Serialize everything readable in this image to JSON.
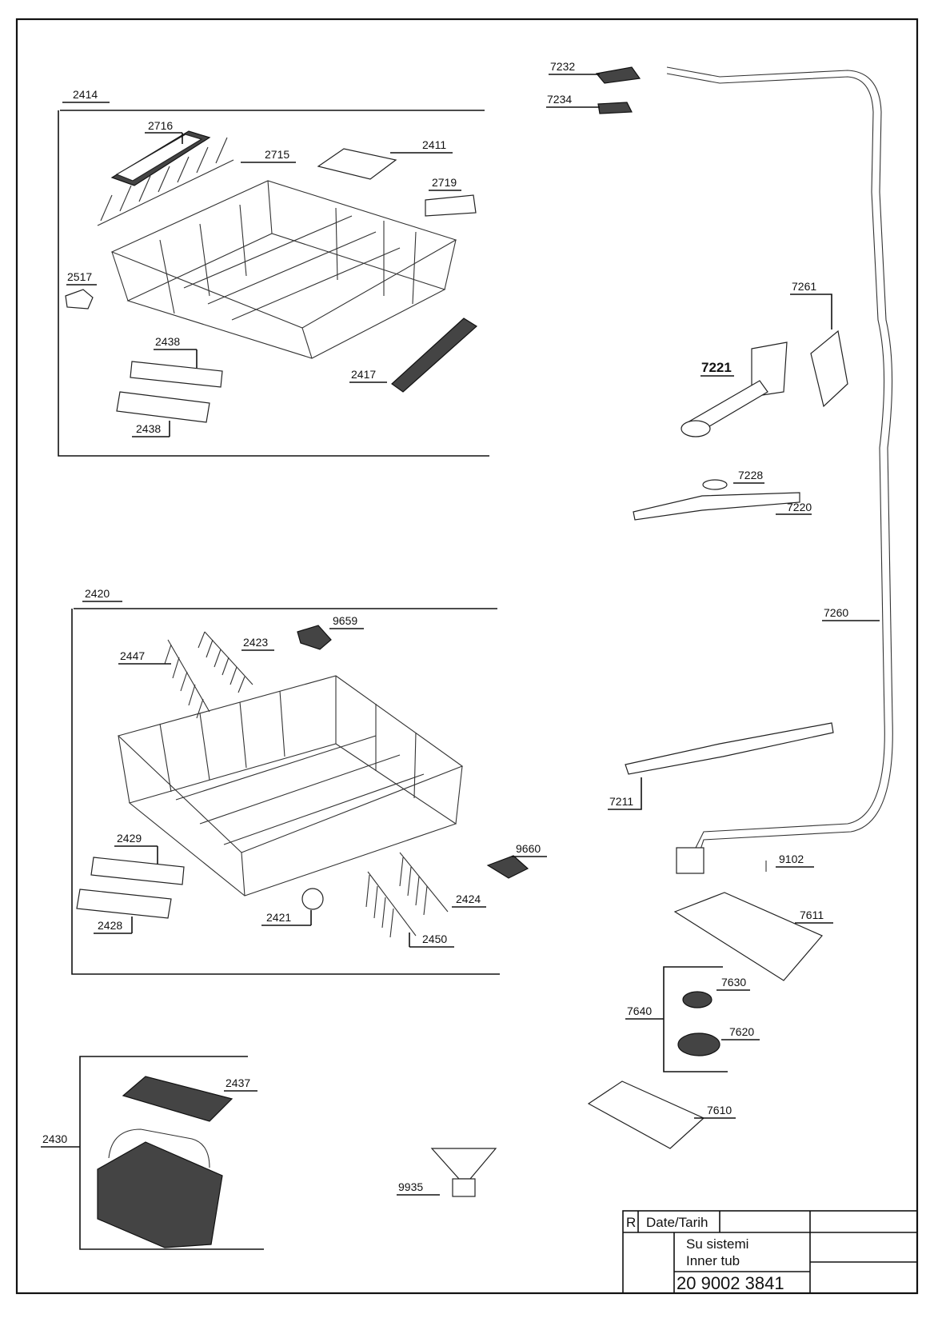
{
  "labels": {
    "l2414": "2414",
    "l2716": "2716",
    "l2715": "2715",
    "l2411": "2411",
    "l2719": "2719",
    "l2517": "2517",
    "l2438a": "2438",
    "l2438b": "2438",
    "l2417": "2417",
    "l2420": "2420",
    "l9659": "9659",
    "l2423": "2423",
    "l2447": "2447",
    "l2429": "2429",
    "l2428": "2428",
    "l2421": "2421",
    "l2424": "2424",
    "l2450": "2450",
    "l9660": "9660",
    "l2430": "2430",
    "l2437": "2437",
    "l9935": "9935",
    "l7232": "7232",
    "l7234": "7234",
    "l7261": "7261",
    "l7221": "7221",
    "l7228": "7228",
    "l7220": "7220",
    "l7260": "7260",
    "l7211": "7211",
    "l9102": "9102",
    "l7611": "7611",
    "l7630": "7630",
    "l7640": "7640",
    "l7620": "7620",
    "l7610": "7610"
  },
  "title_block": {
    "revision_header": "R",
    "date_header": "Date/Tarih",
    "title_tr": "Su sistemi",
    "title_en": "Inner tub",
    "part_number": "20 9002 3841"
  }
}
